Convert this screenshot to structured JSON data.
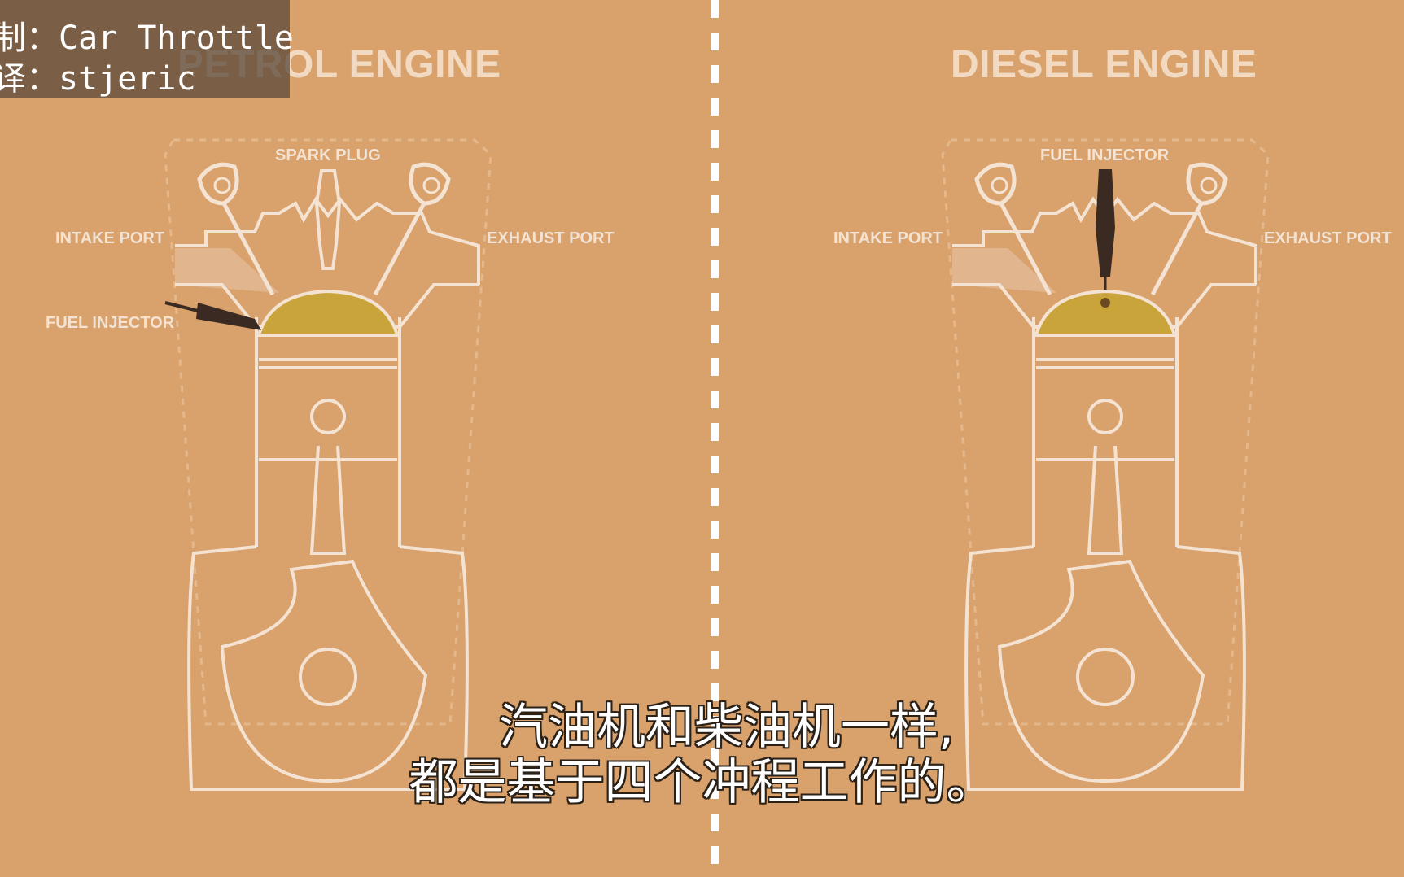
{
  "credits": {
    "line1": "制：Car Throttle",
    "line2": "译：stjeric"
  },
  "panels": {
    "petrol": {
      "title": "PETROL ENGINE",
      "top_label": "SPARK PLUG",
      "intake_label": "INTAKE PORT",
      "exhaust_label": "EXHAUST PORT",
      "side_label": "FUEL INJECTOR"
    },
    "diesel": {
      "title": "DIESEL ENGINE",
      "top_label": "FUEL INJECTOR",
      "intake_label": "INTAKE PORT",
      "exhaust_label": "EXHAUST PORT"
    }
  },
  "subtitle": {
    "line1": "汽油机和柴油机一样,",
    "line2": "都是基于四个冲程工作的。"
  },
  "colors": {
    "background": "#D9A16B",
    "outline": "#F4E3D2",
    "combustion_chamber": "#C9A43A",
    "injector": "#3A2A22",
    "divider": "#FFFFFF"
  }
}
